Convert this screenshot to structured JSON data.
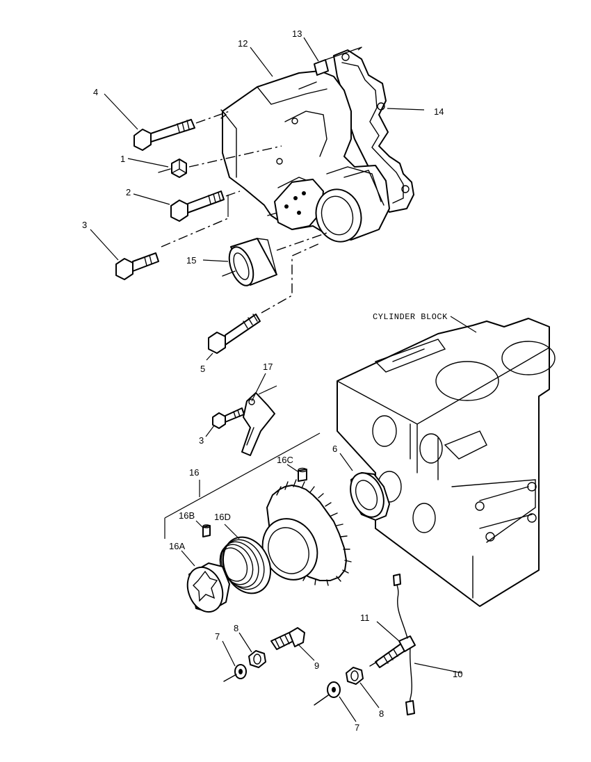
{
  "labels": {
    "p1": "1",
    "p2": "2",
    "p3a": "3",
    "p3b": "3",
    "p4": "4",
    "p5": "5",
    "p6": "6",
    "p7a": "7",
    "p7b": "7",
    "p8a": "8",
    "p8b": "8",
    "p9": "9",
    "p10": "10",
    "p11": "11",
    "p12": "12",
    "p13": "13",
    "p14": "14",
    "p15": "15",
    "p16": "16",
    "p16a": "16A",
    "p16b": "16B",
    "p16c": "16C",
    "p16d": "16D",
    "p17": "17",
    "cylinder_block": "CYLINDER BLOCK"
  }
}
